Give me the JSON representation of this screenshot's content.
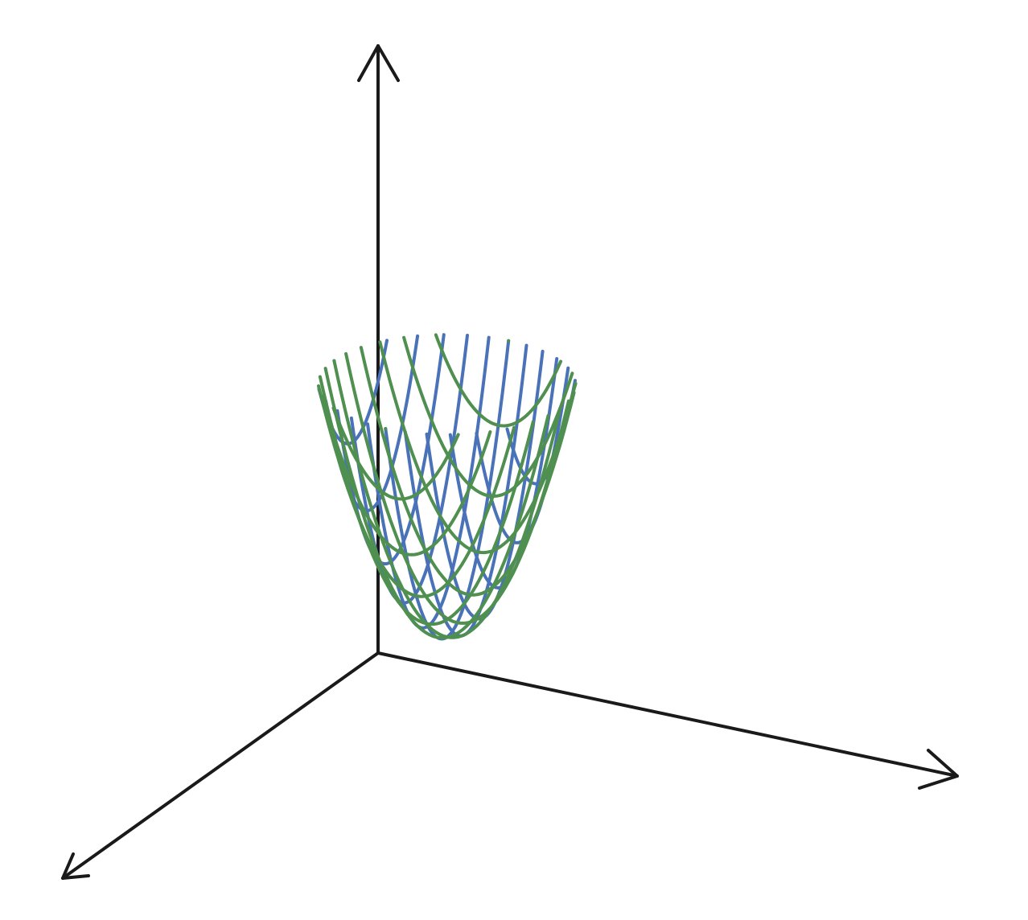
{
  "diagram": {
    "type": "3d-wireframe-surface",
    "surface": "paraboloid",
    "colors": {
      "axis": "#1a1a1a",
      "lines_a": "#4a72b8",
      "lines_b": "#4f8f4f",
      "background": "#ffffff"
    },
    "mesh": {
      "lines_per_family": 13
    }
  }
}
